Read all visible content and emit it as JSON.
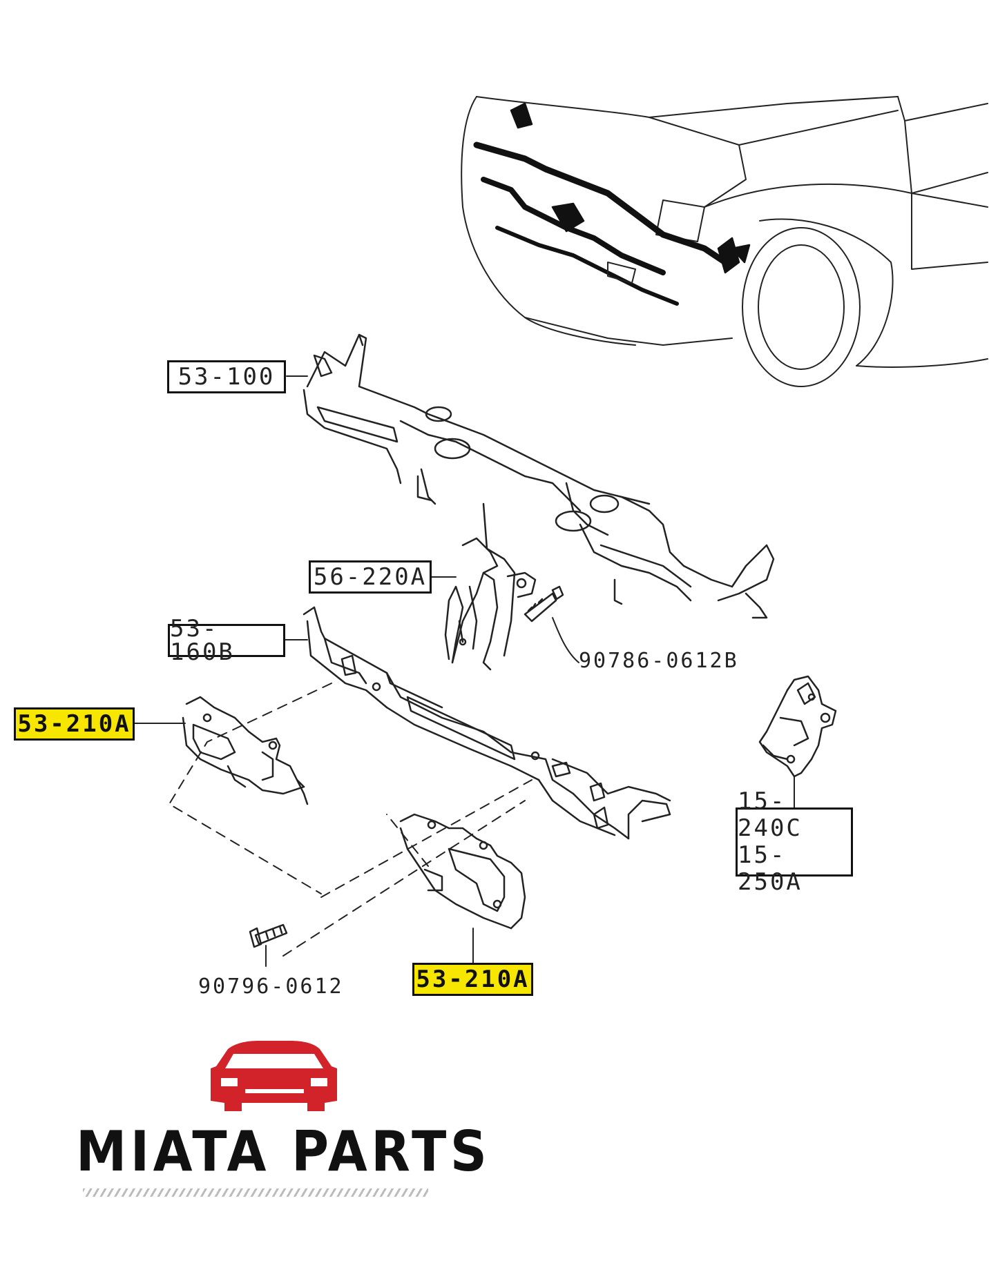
{
  "callouts": {
    "part_53_100": "53-100",
    "part_56_220a": "56-220A",
    "part_53_160b": "53-160B",
    "part_53_210a_left": "53-210A",
    "part_53_210a_bottom": "53-210A",
    "part_90786": "90786-0612B",
    "part_90796": "90796-0612",
    "part_15_240c": "15-240C",
    "part_15_250a": "15-250A"
  },
  "brand": {
    "name": "MIATA PARTS",
    "logo_icon": "car-front-icon",
    "logo_color": "#d2232a"
  },
  "colors": {
    "highlight": "#f7e600",
    "line": "#222222"
  }
}
